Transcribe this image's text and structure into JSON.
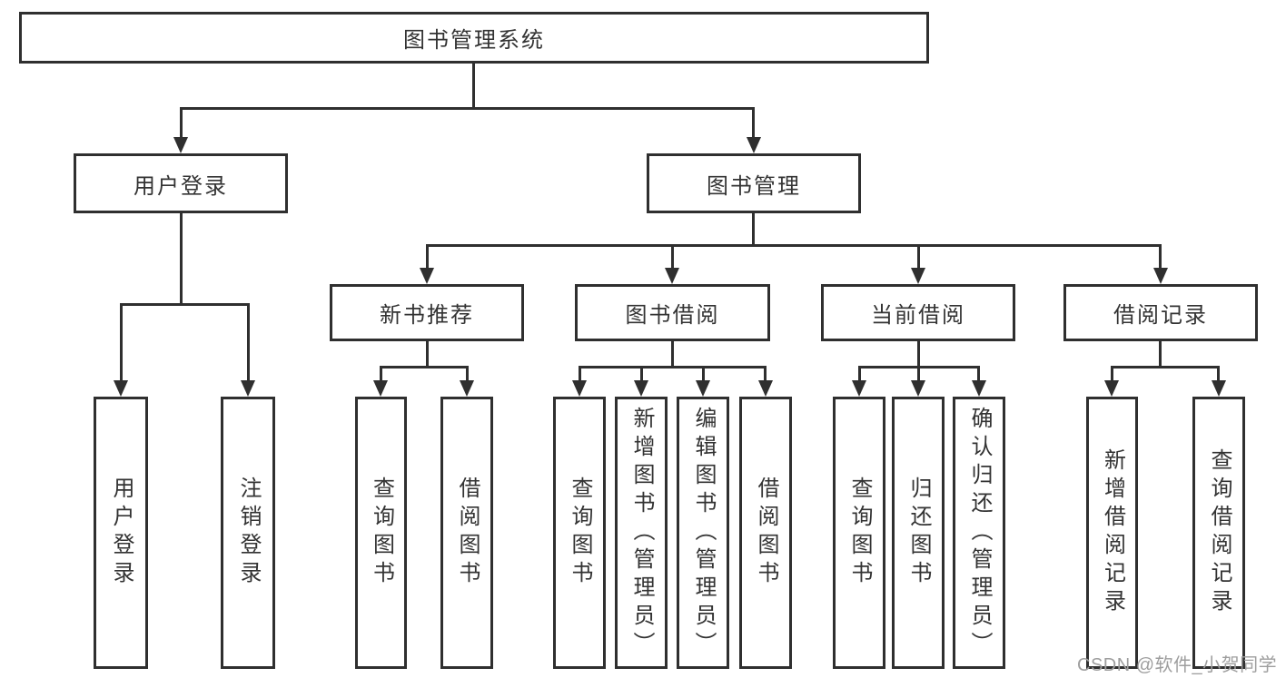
{
  "nodes": {
    "root": {
      "label": "图书管理系统"
    },
    "userLogin": {
      "label": "用户登录"
    },
    "bookMgmt": {
      "label": "图书管理"
    },
    "newBookRec": {
      "label": "新书推荐"
    },
    "bookBorrow": {
      "label": "图书借阅"
    },
    "currentBorrow": {
      "label": "当前借阅"
    },
    "borrowRecords": {
      "label": "借阅记录"
    },
    "leafUserLogin": {
      "label": "用户登录"
    },
    "leafLogout": {
      "label": "注销登录"
    },
    "leafQueryBook1": {
      "label": "查询图书"
    },
    "leafBorrowBook1": {
      "label": "借阅图书"
    },
    "leafQueryBook2": {
      "label": "查询图书"
    },
    "leafAddBook": {
      "label": "新增图书（管理员）"
    },
    "leafEditBook": {
      "label": "编辑图书（管理员）"
    },
    "leafBorrowBook2": {
      "label": "借阅图书"
    },
    "leafQueryBook3": {
      "label": "查询图书"
    },
    "leafReturnBook": {
      "label": "归还图书"
    },
    "leafConfirmReturn": {
      "label": "确认归还（管理员）"
    },
    "leafAddRecord": {
      "label": "新增借阅记录"
    },
    "leafQueryRecord": {
      "label": "查询借阅记录"
    }
  },
  "hierarchy": [
    {
      "parent": "图书管理系统",
      "children": [
        "用户登录",
        "图书管理"
      ]
    },
    {
      "parent": "用户登录",
      "children": [
        "用户登录",
        "注销登录"
      ]
    },
    {
      "parent": "图书管理",
      "children": [
        "新书推荐",
        "图书借阅",
        "当前借阅",
        "借阅记录"
      ]
    },
    {
      "parent": "新书推荐",
      "children": [
        "查询图书",
        "借阅图书"
      ]
    },
    {
      "parent": "图书借阅",
      "children": [
        "查询图书",
        "新增图书（管理员）",
        "编辑图书（管理员）",
        "借阅图书"
      ]
    },
    {
      "parent": "当前借阅",
      "children": [
        "查询图书",
        "归还图书",
        "确认归还（管理员）"
      ]
    },
    {
      "parent": "借阅记录",
      "children": [
        "新增借阅记录",
        "查询借阅记录"
      ]
    }
  ],
  "watermark": {
    "text": "CSDN @软件_小贺同学"
  },
  "colors": {
    "line": "#2f2f2f",
    "text": "#333333",
    "watermark": "#9e9e9e",
    "background": "#ffffff"
  }
}
